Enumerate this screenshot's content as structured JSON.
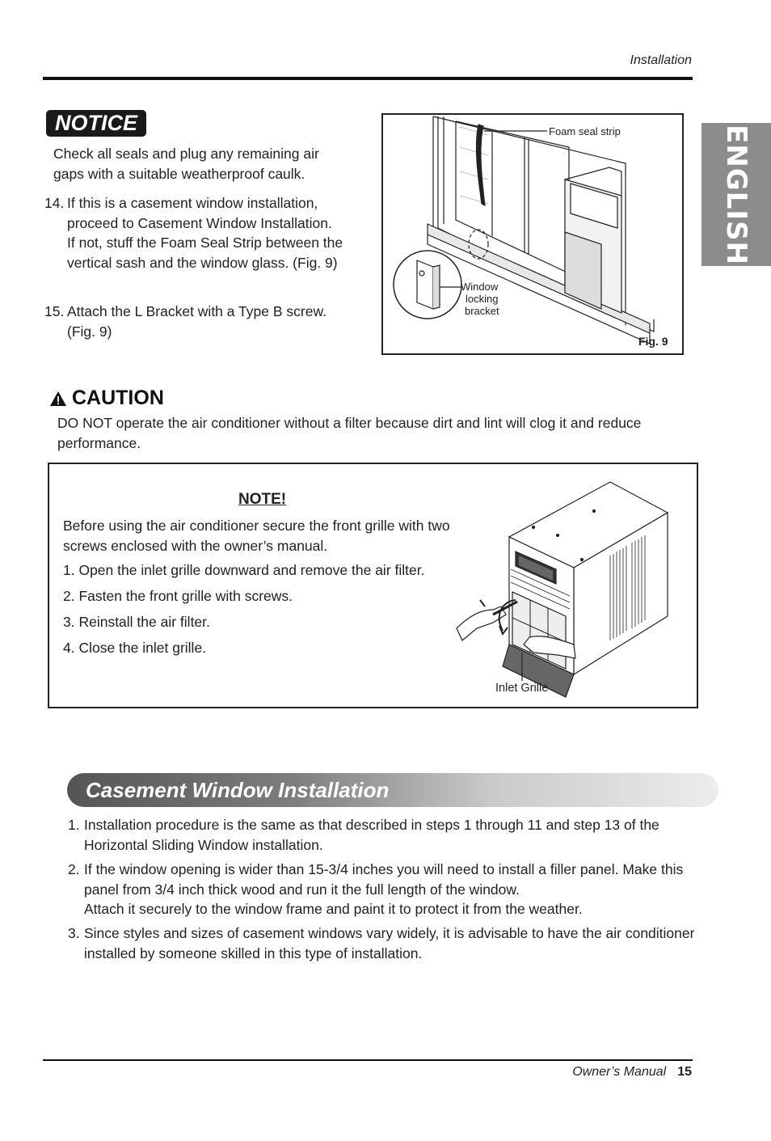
{
  "header": {
    "section": "Installation"
  },
  "side_tab": {
    "label": "ENGLISH"
  },
  "notice": {
    "badge": "NOTICE",
    "text_line1": "Check all seals and plug any remaining air",
    "text_line2": "gaps with a suitable weatherproof caulk."
  },
  "steps_top": [
    {
      "num": "14.",
      "lines": [
        "If this is a casement window installation,",
        "proceed to Casement Window Installation.",
        "If not, stuff the Foam Seal Strip between the",
        "vertical sash and the window glass. (Fig. 9)"
      ]
    },
    {
      "num": "15.",
      "lines": [
        "Attach the L Bracket with a Type B screw.",
        "(Fig. 9)"
      ]
    }
  ],
  "fig9": {
    "label_foam": "Foam seal strip",
    "label_bracket_1": "Window",
    "label_bracket_2": "locking",
    "label_bracket_3": "bracket",
    "caption": "Fig. 9"
  },
  "caution": {
    "title": "CAUTION",
    "line1": "DO NOT operate the air conditioner without a filter because dirt and lint will clog it and reduce",
    "line2": "performance."
  },
  "note": {
    "title": "NOTE!",
    "intro_line1": "Before using the air conditioner secure the front grille with two",
    "intro_line2": "screws enclosed with the owner’s manual.",
    "steps": [
      "1. Open the inlet grille downward and remove the air filter.",
      "2. Fasten the front grille with screws.",
      "3. Reinstall the air filter.",
      "4. Close the inlet grille."
    ],
    "figure_label": "Inlet Grille"
  },
  "casement": {
    "title": "Casement Window Installation",
    "steps": [
      {
        "num": "1.",
        "lines": [
          "Installation procedure is the same as that described in steps 1 through 11 and step 13 of the",
          "Horizontal Sliding Window installation."
        ]
      },
      {
        "num": "2.",
        "lines": [
          "If the window opening is wider than 15-3/4 inches you will need to install a filler panel. Make this",
          "panel from 3/4 inch thick wood and run it the full length of the window.",
          "Attach it securely to the window frame and paint it to protect it from the weather."
        ]
      },
      {
        "num": "3.",
        "lines": [
          "Since styles and sizes of casement windows vary widely, it is advisable to have the air conditioner",
          "installed by someone skilled in this type of installation."
        ]
      }
    ]
  },
  "footer": {
    "manual": "Owner’s Manual",
    "page": "15"
  }
}
